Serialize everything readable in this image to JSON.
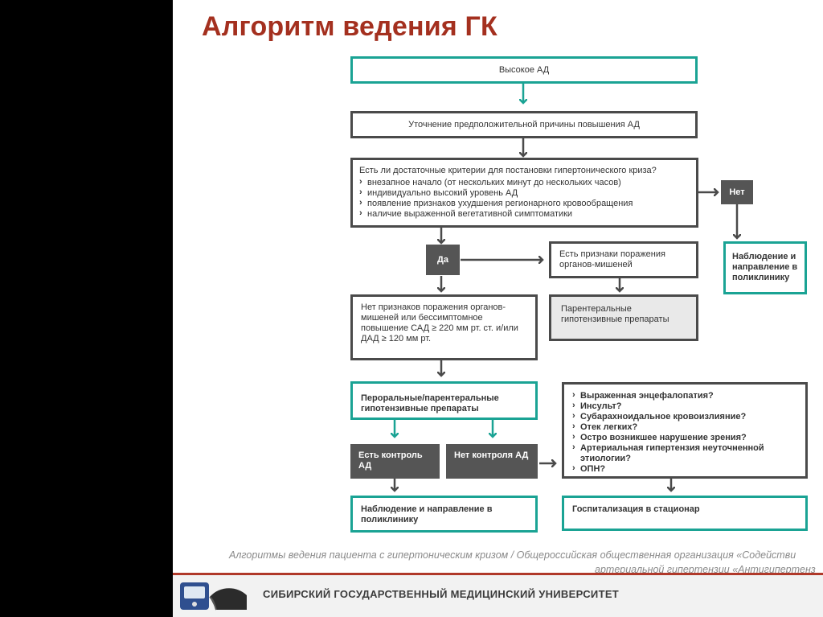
{
  "title": "Алгоритм ведения ГК",
  "nodes": {
    "high_bp": "Высокое АД",
    "clarify": "Уточнение предположительной причины повышения АД",
    "criteria": {
      "question": "Есть ли достаточные критерии для постановки гипертонического криза?",
      "items": [
        "внезапное начало (от нескольких минут до нескольких часов)",
        "индивидуально высокий уровень АД",
        "появление признаков ухудшения регионарного кровообращения",
        "наличие выраженной вегетативной симптоматики"
      ]
    },
    "no": "Нет",
    "yes": "Да",
    "observe_right": "Наблюдение и направление в поликлинику",
    "target_organs": "Есть признаки поражения органов-мишеней",
    "parenteral": "Парентеральные гипотензивные препараты",
    "no_signs": "Нет признаков поражения органов-мишеней или бессимптомное повышение САД ≥ 220 мм рт. ст. и/или ДАД ≥ 120 мм рт.",
    "oral_parenteral": "Пероральные/парентеральные гипотензивные препараты",
    "control": "Есть контроль АД",
    "no_control": "Нет контроля АД",
    "observe_bottom": "Наблюдение и направление в поликлинику",
    "conditions": [
      "Выраженная энцефалопатия?",
      "Инсульт?",
      "Субарахноидальное кровоизлияние?",
      "Отек легких?",
      "Остро возникшее нарушение зрения?",
      "Артериальная гипертензия неуточненной этиологии?",
      "ОПН?"
    ],
    "hospital": "Госпитализация в стационар"
  },
  "reference": {
    "line1": "Алгоритмы ведения пациента с гипертоническим кризом / Общероссийская общественная организация «Содействи",
    "line2": "артериальной гипертензии «Антигипертенз"
  },
  "footer": {
    "university": "СИБИРСКИЙ ГОСУДАРСТВЕННЫЙ МЕДИЦИНСКИЙ УНИВЕРСИТЕТ"
  },
  "colors": {
    "title": "#a4301f",
    "teal": "#1aa394",
    "dark": "#4a4a4a",
    "footer_stripe": "#b0392a"
  }
}
